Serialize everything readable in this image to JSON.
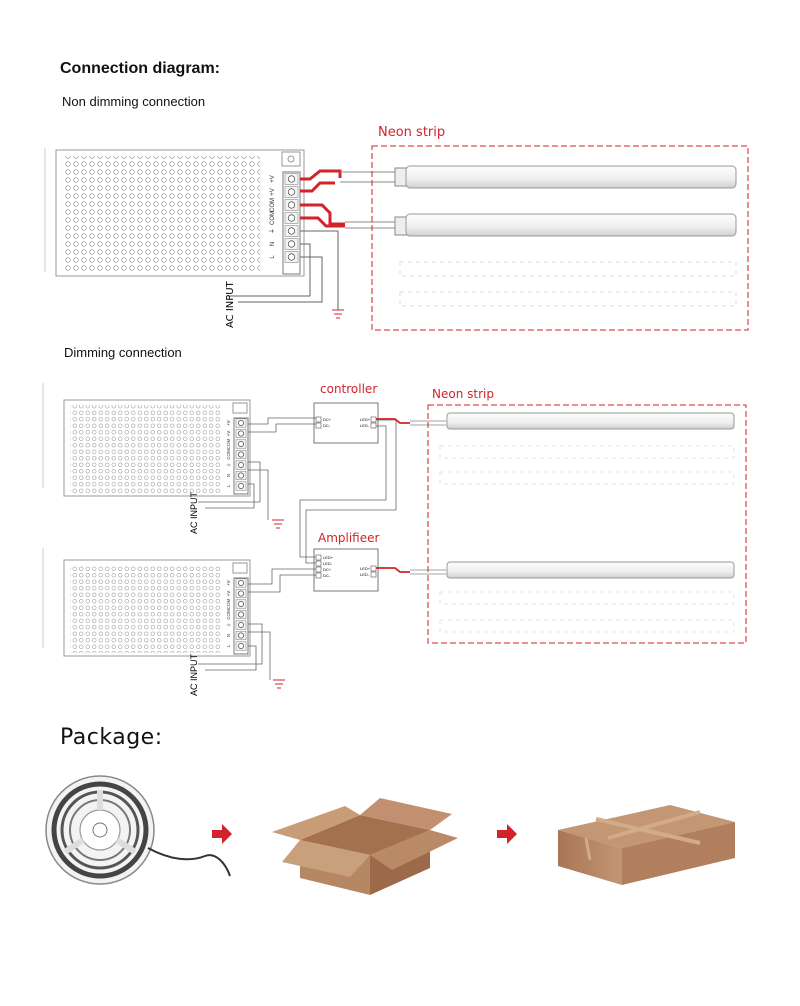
{
  "headings": {
    "connection_diagram": "Connection diagram:",
    "non_dimming": "Non dimming connection",
    "dimming": "Dimming connection",
    "package": "Package:"
  },
  "labels": {
    "neon_strip": "Neon strip",
    "controller": "controller",
    "amplifier": "Amplifieer",
    "ac_input": "AC INPUT"
  },
  "terminals": [
    "+V",
    "+V",
    "COM",
    "COM",
    "⏚",
    "N",
    "L"
  ],
  "module_ports": {
    "controller_in": [
      "DC+",
      "DC-"
    ],
    "controller_out": [
      "LED+",
      "LED-"
    ],
    "amplifier_in": [
      "LED+",
      "LED-",
      "DC+",
      "DC-"
    ],
    "amplifier_out": [
      "LED+",
      "LED-"
    ]
  },
  "package_icons": [
    "strip-reel-icon",
    "open-box-icon",
    "closed-box-icon"
  ],
  "colors": {
    "accent_red": "#d2232a",
    "box_brown": "#b68763",
    "line": "#555555"
  }
}
